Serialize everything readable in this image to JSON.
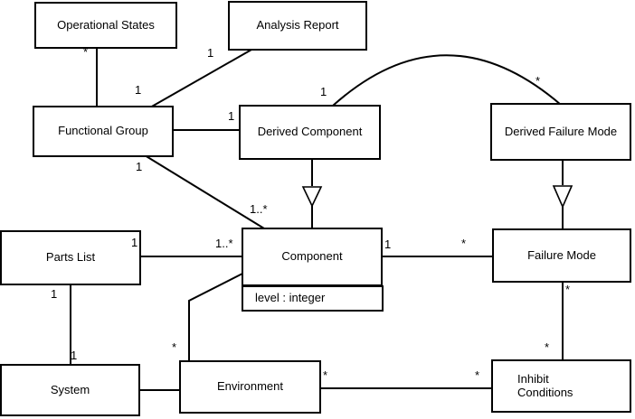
{
  "diagram": {
    "classes": {
      "operational_states": {
        "name": "Operational States"
      },
      "analysis_report": {
        "name": "Analysis Report"
      },
      "functional_group": {
        "name": "Functional Group"
      },
      "derived_component": {
        "name": "Derived Component"
      },
      "derived_failure_mode": {
        "name": "Derived Failure Mode"
      },
      "parts_list": {
        "name": "Parts List"
      },
      "component": {
        "name": "Component",
        "attribute": "level : integer"
      },
      "failure_mode": {
        "name": "Failure Mode"
      },
      "system": {
        "name": "System"
      },
      "environment": {
        "name": "Environment"
      },
      "inhibit_conditions": {
        "name_line1": "Inhibit",
        "name_line2": "Conditions"
      }
    },
    "multiplicities": {
      "os_to_fg_src": "*",
      "os_to_fg_dst": "1",
      "ar_to_fg_src": "1",
      "fg_to_dc_dst": "1",
      "fg_to_comp_src": "1",
      "fg_to_comp_dst": "1..*",
      "dc_arc_src": "1",
      "dfm_arc_dst": "*",
      "pl_to_comp_src": "1",
      "pl_to_comp_dst": "1..*",
      "pl_to_sys_src": "1",
      "pl_to_sys_dst": "1",
      "comp_to_env_dst": "*",
      "comp_to_fm_src": "1",
      "comp_to_fm_dst": "*",
      "fm_to_ic_src": "*",
      "fm_to_ic_dst": "*",
      "env_to_ic_src": "*",
      "env_to_ic_dst": "*"
    },
    "colors": {
      "line": "#000000",
      "fill": "#ffffff",
      "text": "#000000"
    }
  }
}
